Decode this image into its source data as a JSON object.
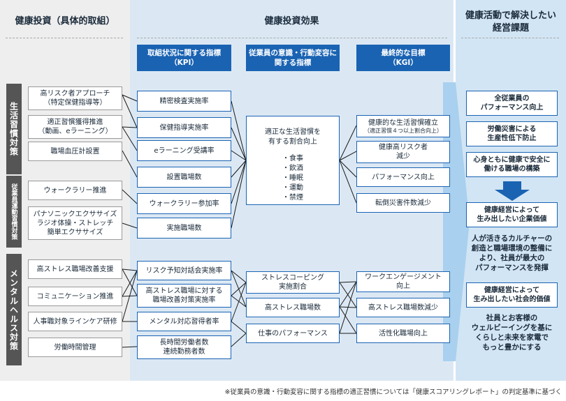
{
  "headers": {
    "invest": "健康投資（具体的取組）",
    "effect": "健康投資効果",
    "solve": "健康活動で解決したい\n経営課題"
  },
  "subheaders": {
    "kpi": "取組状況に関する指標\n（KPI）",
    "mid": "従業員の意識・行動変容に\n関する指標",
    "kgi": "最終的な目標\n（KGI）"
  },
  "categories": {
    "lifestyle": "生活習慣対策",
    "exercise": "従業員運動習慣対策",
    "mental": "メンタルヘルス対策"
  },
  "actions": [
    "高リスク者アプローチ\n（特定保健指導等）",
    "適正習慣獲得推進\n（動画、eラーニング）",
    "職場血圧計設置",
    "ウォークラリー推進",
    "パナソニックエクササイズ\nラジオ体操・ストレッチ\n簡単エクササイズ",
    "高ストレス職場改善支援",
    "コミュニケーション推進",
    "人事職対象ラインケア研修",
    "労働時間管理"
  ],
  "kpis": [
    "精密検査実施率",
    "保健指導実施率",
    "eラーニング受講率",
    "設置職場数",
    "ウォークラリー参加率",
    "実施職場数",
    "リスク予知対話会実施率",
    "高ストレス職場に対する\n職場改善対策実施率",
    "メンタル対応習得者率",
    "長時間労働者数\n連続勤務者数"
  ],
  "mid": {
    "lifestyle_title": "適正な生活習慣を\n有する割合向上",
    "lifestyle_items": [
      "・食事",
      "・飲酒",
      "・睡眠",
      "・運動",
      "・禁煙"
    ],
    "mental": [
      "ストレスコーピング\n実施割合",
      "高ストレス職場数",
      "仕事のパフォーマンス"
    ]
  },
  "kgis": {
    "k1_main": "健康的な生活習慣確立",
    "k1_sub": "（適正習慣４つ以上割合向上）",
    "others": [
      "健康高リスク者\n減少",
      "パフォーマンス向上",
      "転倒災害件数減少",
      "ワークエンゲージメント\n向上",
      "高ストレス職場数減少",
      "活性化職場向上"
    ]
  },
  "solutions": {
    "issues": [
      "全従業員の\nパフォーマンス向上",
      "労働災害による\n生産性低下防止",
      "心身ともに健康で安全に\n働ける職場の構築"
    ],
    "value_corp_title": "健康経営によって\n生み出したい企業価値",
    "value_corp_text": "人が活きるカルチャーの\n創造と職場環境の整備に\nより、社員が最大の\nパフォーマンスを発揮",
    "value_social_title": "健康経営によって\n生み出したい社会的価値",
    "value_social_text": "社員とお客様の\nウェルビーイングを基に\nくらしと未来を家電で\nもっと豊かにする"
  },
  "footnote": "※従業員の意識・行動変容に関する指標の適正習慣については「健康スコアリングレポート」の判定基準に基づく",
  "colors": {
    "accent": "#1a63b3",
    "sidebar": "#555555",
    "col_invest": "#eeeeee",
    "col_effect": "#dbe8f4",
    "col_solve": "#d2e5f4",
    "arrow": "#a9d0ee"
  }
}
